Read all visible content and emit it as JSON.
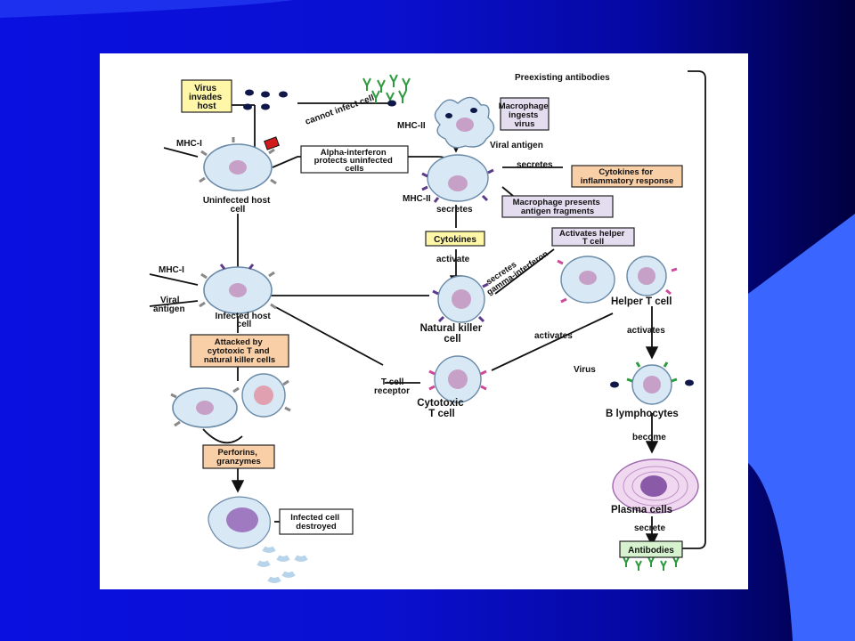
{
  "diagram": {
    "labels": {
      "virus_invades_host": [
        "Virus",
        "invades",
        "host"
      ],
      "cannot_infect_cell": "cannot infect cell",
      "preexisting_antibodies": "Preexisting antibodies",
      "macrophage_ingests_virus": [
        "Macrophage",
        "ingests",
        "virus"
      ],
      "mhc_i_top": "MHC-I",
      "mhc_ii_top": "MHC-II",
      "viral_antigen_top": "Viral antigen",
      "alpha_interferon": [
        "Alpha-interferon",
        "protects uninfected",
        "cells"
      ],
      "secretes_cytokines_inflam": "secretes",
      "cytokines_inflammatory": [
        "Cytokines for",
        "inflammatory response"
      ],
      "uninfected_host_cell": [
        "Uninfected host",
        "cell"
      ],
      "mhc_ii_mid": "MHC-II",
      "secretes_mid": "secretes",
      "macrophage_presents": [
        "Macrophage presents",
        "antigen fragments"
      ],
      "cytokines": "Cytokines",
      "activates_helper": [
        "Activates helper",
        "T cell"
      ],
      "activate": "activate",
      "secretes_gamma": [
        "secretes",
        "gamma-interferon"
      ],
      "mhc_i_mid": "MHC-I",
      "viral_antigen_mid": [
        "Viral",
        "antigen"
      ],
      "infected_host_cell": [
        "Infected host",
        "cell"
      ],
      "natural_killer_cell": [
        "Natural killer",
        "cell"
      ],
      "helper_t_cell": "Helper T cell",
      "attacked_by": [
        "Attacked by",
        "cytotoxic T and",
        "natural killer cells"
      ],
      "activates_mid": "activates",
      "activates_right": "activates",
      "virus_right": "Virus",
      "t_cell_receptor": [
        "T-cell",
        "receptor"
      ],
      "cytotoxic_t_cell": [
        "Cytotoxic",
        "T cell"
      ],
      "b_lymphocytes": "B lymphocytes",
      "become": "become",
      "perforins": [
        "Perforins,",
        "granzymes"
      ],
      "infected_cell_destroyed": [
        "Infected cell",
        "destroyed"
      ],
      "plasma_cells": "Plasma cells",
      "secrete": "secrete",
      "antibodies": "Antibodies"
    },
    "colors": {
      "yellow_box": "#fff7a8",
      "peach_box": "#f9cfa8",
      "lavender_box": "#e4ddf0",
      "green_box": "#d6f2cf",
      "cell_fill": "#d8e8f4",
      "nucleus": "#c7a0c8",
      "mhc_red": "#d01c1c",
      "antibody_green": "#2e9a3e",
      "virus_navy": "#10184a"
    }
  }
}
